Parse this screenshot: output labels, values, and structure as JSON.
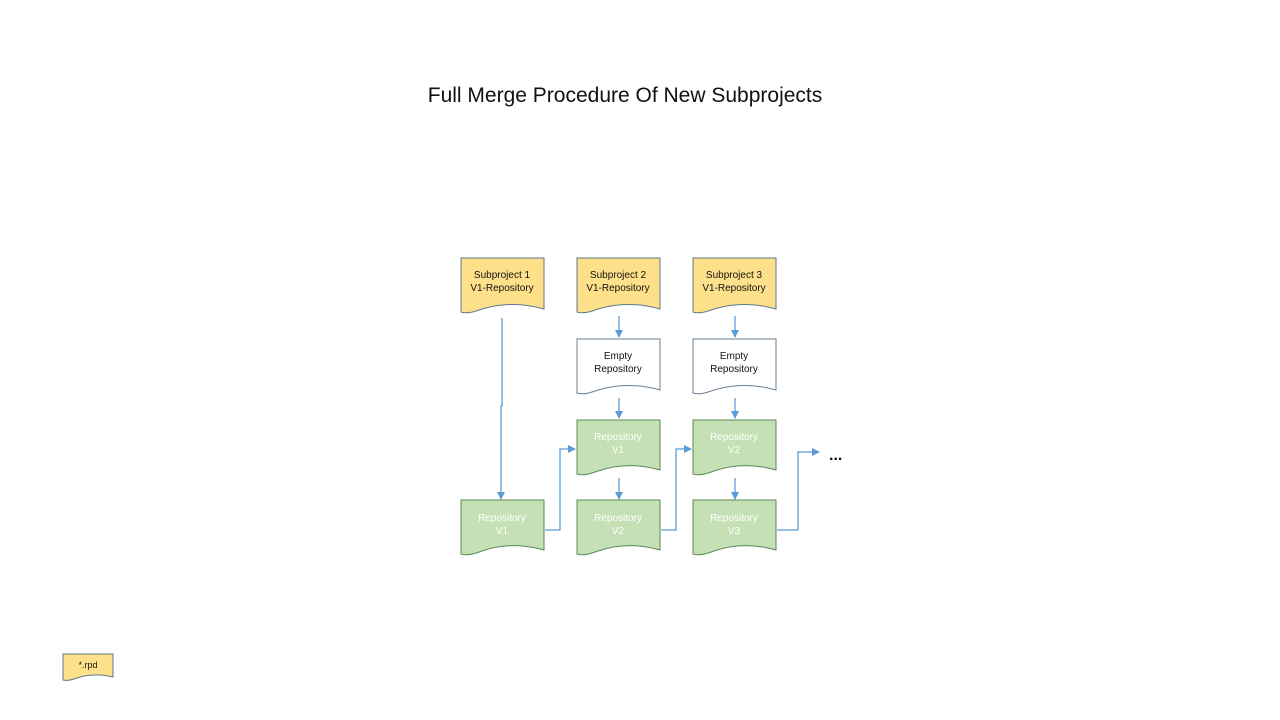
{
  "title": "Full Merge Procedure Of New Subprojects",
  "colors": {
    "yellow_fill": "#ffe08a",
    "yellow_stroke": "#5c7a8c",
    "white_fill": "#ffffff",
    "white_stroke": "#6a7f92",
    "green_fill": "#c5e0b4",
    "green_stroke": "#5a8a5a",
    "arrow": "#5b9bd5"
  },
  "nodes": {
    "sp1": [
      "Subproject 1",
      "V1-Repository"
    ],
    "sp2": [
      "Subproject 2",
      "V1-Repository"
    ],
    "sp3": [
      "Subproject 3",
      "V1-Repository"
    ],
    "empty2": [
      "Empty",
      "Repository"
    ],
    "empty3": [
      "Empty",
      "Repository"
    ],
    "rv1_top": [
      "Repository",
      "V1"
    ],
    "rv2_top": [
      "Repository",
      "V2"
    ],
    "rv1_bottom": [
      "Repository",
      "V1"
    ],
    "rv2_bottom": [
      "Repository",
      "V2"
    ],
    "rv3_bottom": [
      "Repository",
      "V3"
    ]
  },
  "continuation": "...",
  "legend": {
    "label": "*.rpd"
  }
}
